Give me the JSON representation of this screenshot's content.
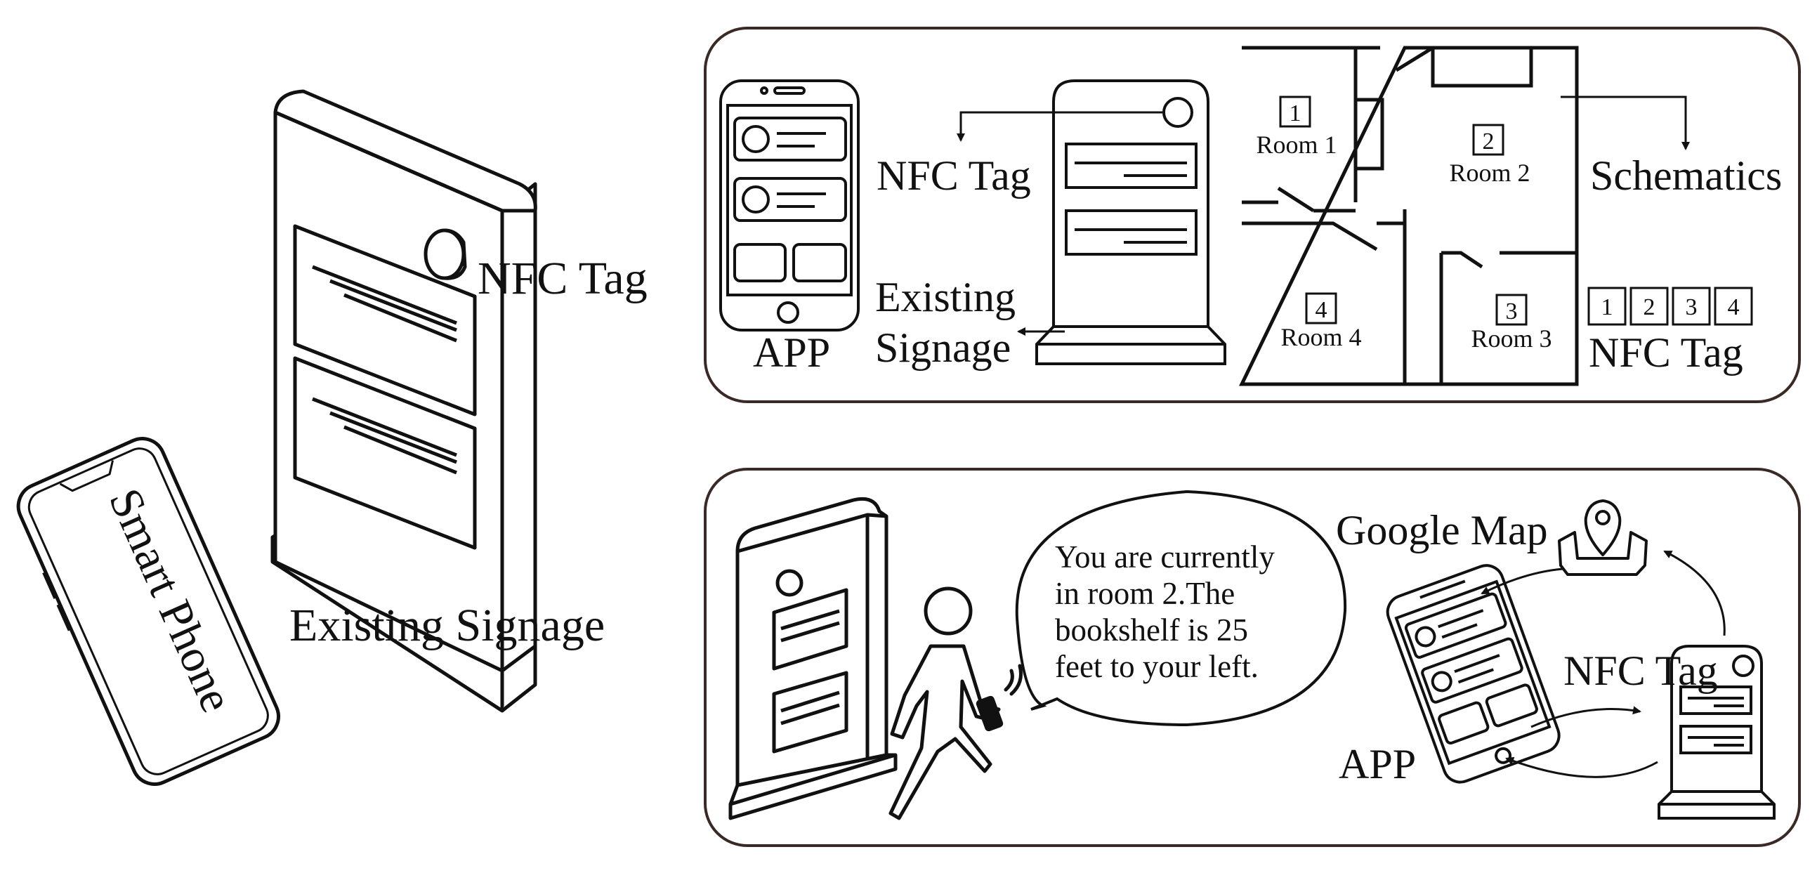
{
  "left": {
    "nfc_tag_label": "NFC Tag",
    "existing_signage_label": "Existing Signage",
    "smart_phone_label": "Smart Phone"
  },
  "top_panel": {
    "app_label": "APP",
    "nfc_tag_label": "NFC Tag",
    "existing_signage_line1": "Existing",
    "existing_signage_line2": "Signage",
    "schematics_label": "Schematics",
    "rooms": [
      {
        "number": "1",
        "name": "Room 1"
      },
      {
        "number": "2",
        "name": "Room 2"
      },
      {
        "number": "3",
        "name": "Room 3"
      },
      {
        "number": "4",
        "name": "Room 4"
      }
    ],
    "tag_numbers": [
      "1",
      "2",
      "3",
      "4"
    ],
    "nfc_tag_row_label": "NFC Tag"
  },
  "bottom_panel": {
    "bubble_lines": [
      "You are currently",
      "in room 2.The",
      "bookshelf is 25",
      "feet to your left."
    ],
    "google_map_label": "Google Map",
    "nfc_tag_label": "NFC Tag",
    "app_label": "APP"
  },
  "colors": {
    "line": "#111111",
    "panel_border": "#3a2a26"
  }
}
